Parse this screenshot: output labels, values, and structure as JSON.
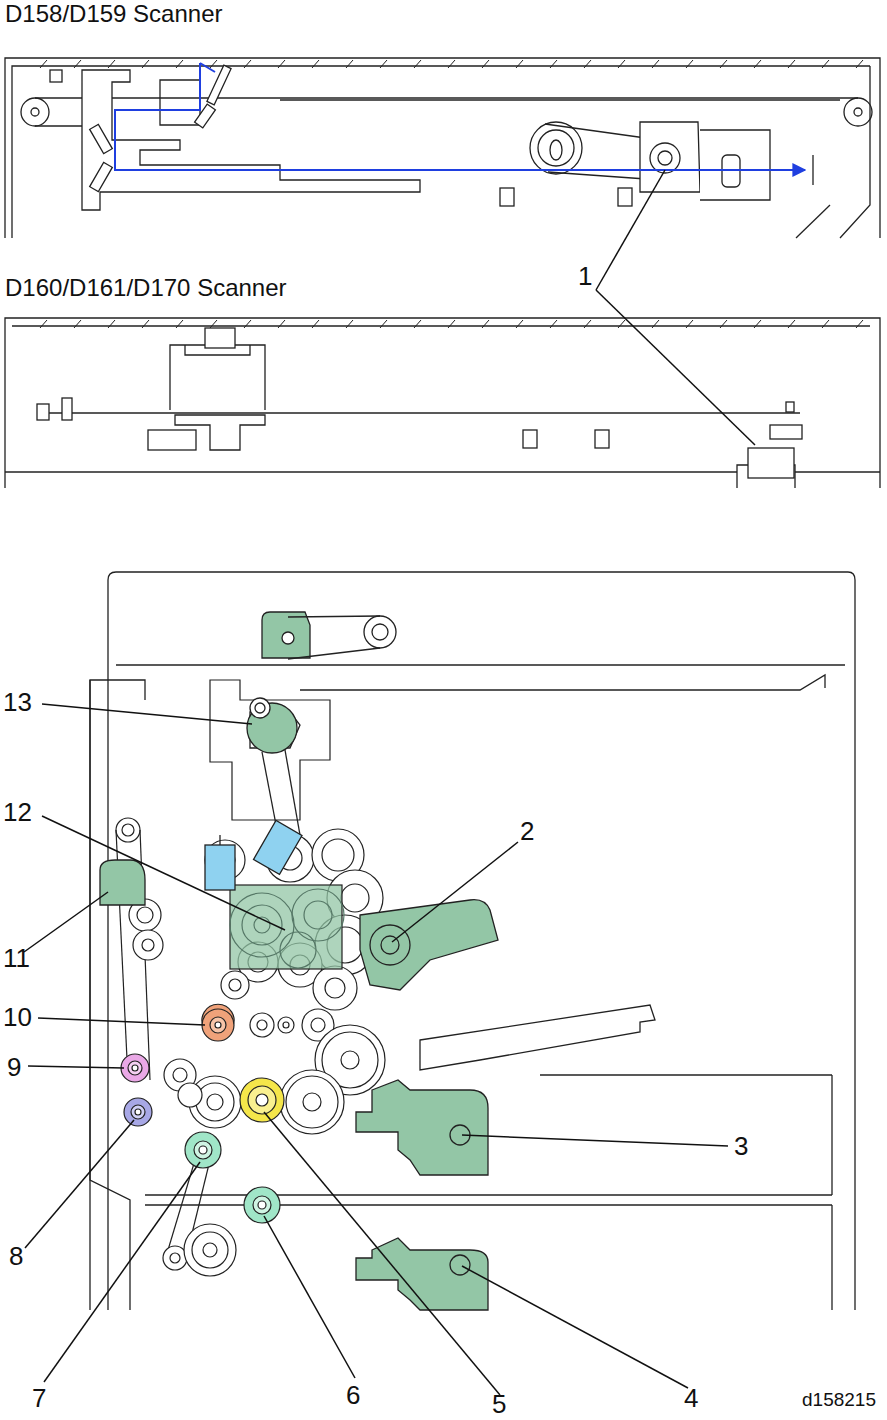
{
  "diagram": {
    "labels": [
      "D158/D159 Scanner",
      "1",
      "D160/D161/D170 Scanner",
      "13",
      "12",
      "2",
      "11",
      "10",
      "9",
      "8",
      "3",
      "7",
      "6",
      "5",
      "4",
      "d158215"
    ]
  }
}
